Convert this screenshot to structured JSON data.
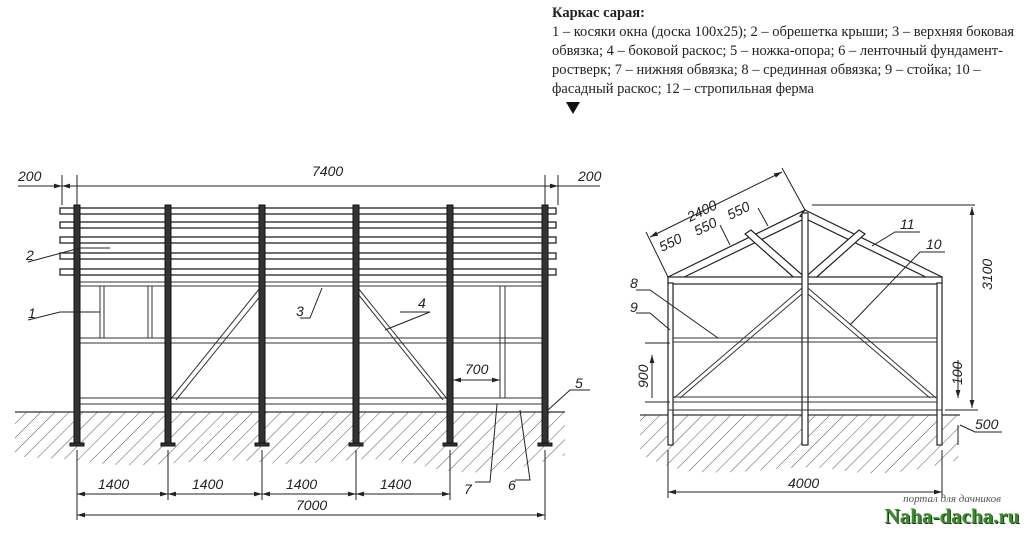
{
  "caption": {
    "title": "Каркас сарая:",
    "text": "1 – косяки окна (доска 100х25); 2 – обрешетка крыши; 3 – верхняя боковая обвязка; 4 – боковой раскос; 5 – ножка-опора; 6 – ленточный фундамент-ростверк; 7 – нижняя обвязка; 8 – срединная обвязка; 9 – стойка; 10 – фасадный раскос; 12 – стропильная ферма"
  },
  "side_view": {
    "dims": {
      "total_top": "7400",
      "overhang_left": "200",
      "overhang_right": "200",
      "span1": "1400",
      "span2": "1400",
      "span3": "1400",
      "span4": "1400",
      "total_bottom": "7000",
      "door_gap": "700"
    },
    "labels": {
      "l1": "1",
      "l2": "2",
      "l3": "3",
      "l4": "4",
      "l5": "5",
      "l6": "6",
      "l7": "7"
    }
  },
  "front_view": {
    "dims": {
      "rafter": "2400",
      "seg1": "550",
      "seg2": "550",
      "seg3": "550",
      "height": "3100",
      "low_height": "900",
      "plinth": "100",
      "depth": "500",
      "width": "4000"
    },
    "labels": {
      "l8": "8",
      "l9": "9",
      "l10": "10",
      "l11": "11"
    }
  },
  "watermark": {
    "sub": "портал для дачников",
    "main": "Naha-dacha.ru"
  }
}
